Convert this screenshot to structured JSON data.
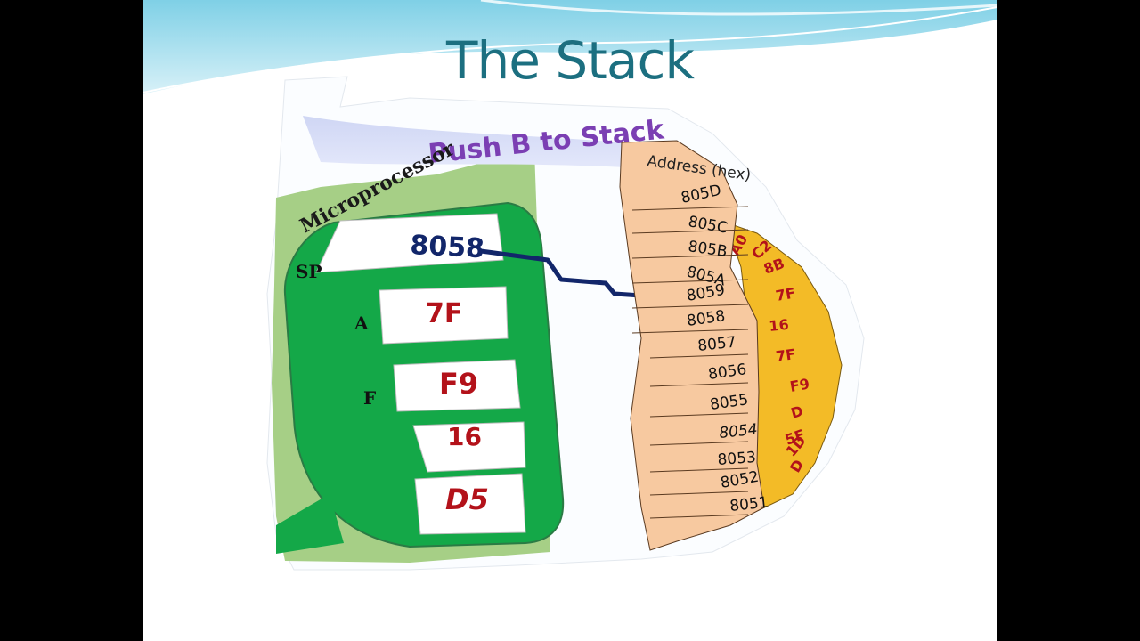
{
  "slide": {
    "title": "The Stack",
    "banner_text": "Push B to Stack",
    "micro_heading": "Microprocessor",
    "colors": {
      "title": "#1c6f80",
      "banner": "#7b3fb3",
      "green_panel": "#14a848",
      "light_green": "#a6cf86",
      "orange_column": "#f3bb27",
      "peach_rows": "#f7c9a0",
      "value_text": "#b3121a",
      "sp_text": "#12266a",
      "arrow": "#12266a"
    }
  },
  "registers": [
    {
      "id": "sp",
      "label": "SP",
      "value": "8058"
    },
    {
      "id": "a",
      "label": "A",
      "value": "7F"
    },
    {
      "id": "f",
      "label": "F",
      "value": "F9"
    },
    {
      "id": "b",
      "label": "",
      "value": "16"
    },
    {
      "id": "c",
      "label": "",
      "value": "D5"
    }
  ],
  "memory": {
    "header": "Address (hex)",
    "addresses": [
      "805D",
      "805C",
      "805B",
      "805A",
      "8059",
      "8058",
      "8057",
      "8056",
      "8055",
      "8054",
      "8053",
      "8052",
      "8051"
    ],
    "contents": [
      "A0",
      "C2",
      "8B",
      "7F",
      "16",
      "7F",
      "F9",
      "D",
      "5F",
      "1D",
      "D"
    ]
  }
}
